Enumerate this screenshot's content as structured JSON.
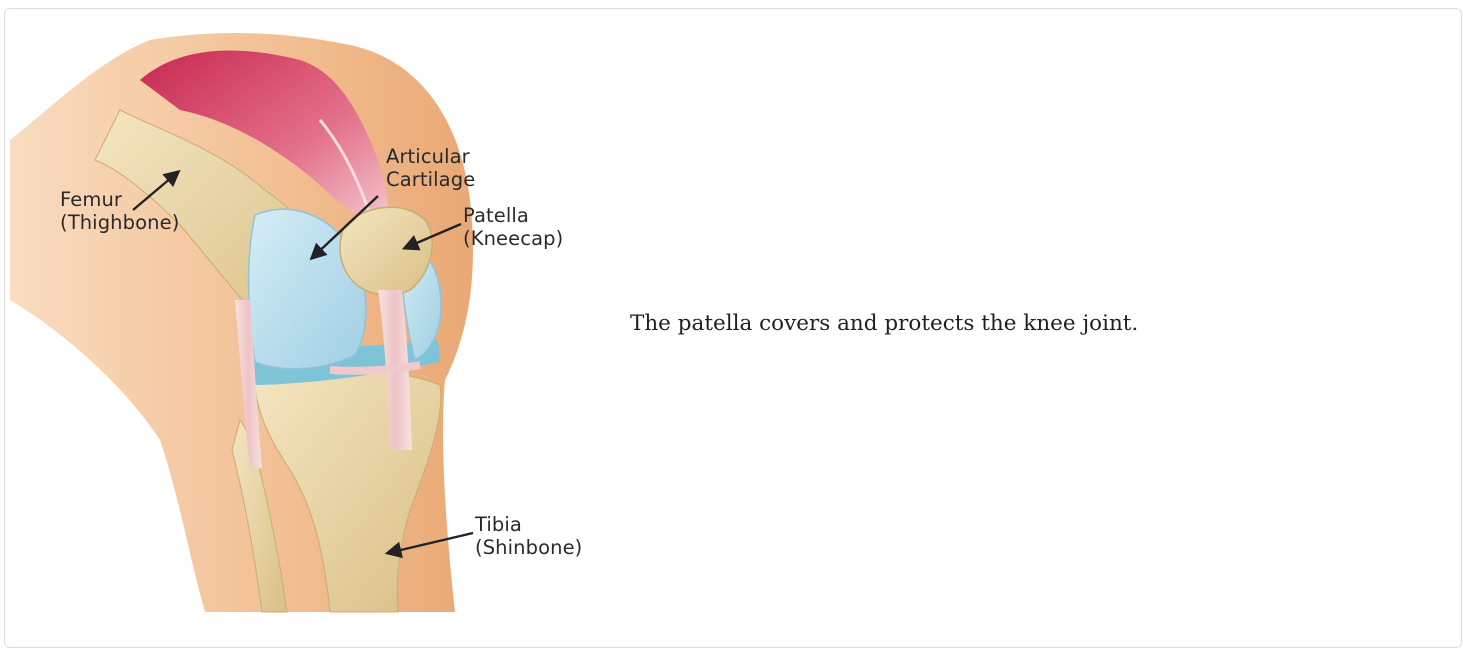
{
  "labels": {
    "femur": [
      "Femur",
      "(Thighbone)"
    ],
    "cartilage": [
      "Articular",
      "Cartilage"
    ],
    "patella": [
      "Patella",
      "(Kneecap)"
    ],
    "tibia": [
      "Tibia",
      "(Shinbone)"
    ]
  },
  "caption": "The patella covers and protects the knee joint.",
  "colors": {
    "skin": "#f3c49c",
    "bone": "#ead6a6",
    "muscle": "#d6456a",
    "cartilage": "#b7dcec",
    "meniscus": "#7fc3d6",
    "ligament": "#f2d4d4",
    "arrow": "#222222"
  }
}
